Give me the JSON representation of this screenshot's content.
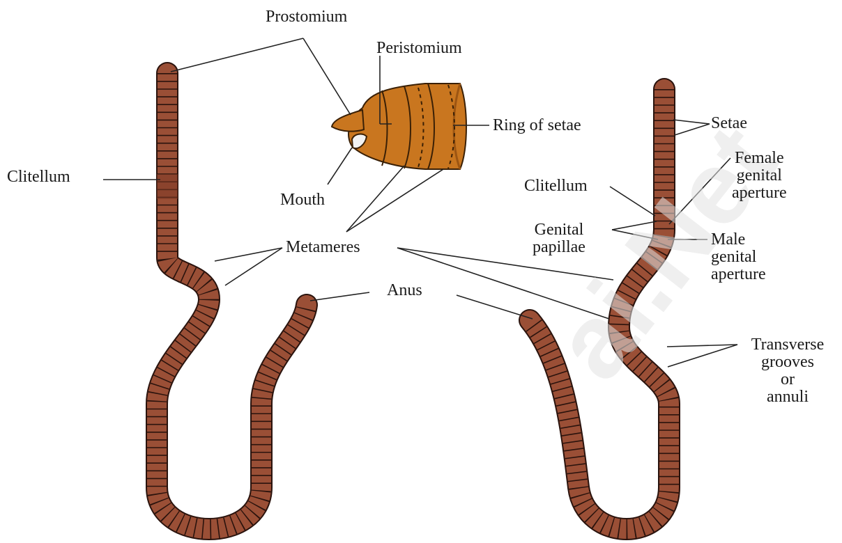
{
  "labels": {
    "prostomium": "Prostomium",
    "peristomium": "Peristomium",
    "ring_of_setae": "Ring of setae",
    "mouth": "Mouth",
    "metameres_head": "Metameres",
    "clitellum_left": "Clitellum",
    "metameres": "Metameres",
    "anus": "Anus",
    "setae": "Setae",
    "female_genital_aperture": [
      "Female",
      "genital",
      "aperture"
    ],
    "clitellum_right": "Clitellum",
    "genital_papillae": [
      "Genital",
      "papillae"
    ],
    "male_genital_aperture": [
      "Male",
      "genital",
      "aperture"
    ],
    "transverse_grooves": [
      "Transverse",
      "grooves",
      "or",
      "annuli"
    ]
  },
  "watermark": "ai.Net",
  "colors": {
    "worm_body": "#9a4f36",
    "worm_segment_line": "#2a130d",
    "head_body": "#c9761f",
    "head_shadow": "#9c5512",
    "leader_line": "#222222"
  }
}
